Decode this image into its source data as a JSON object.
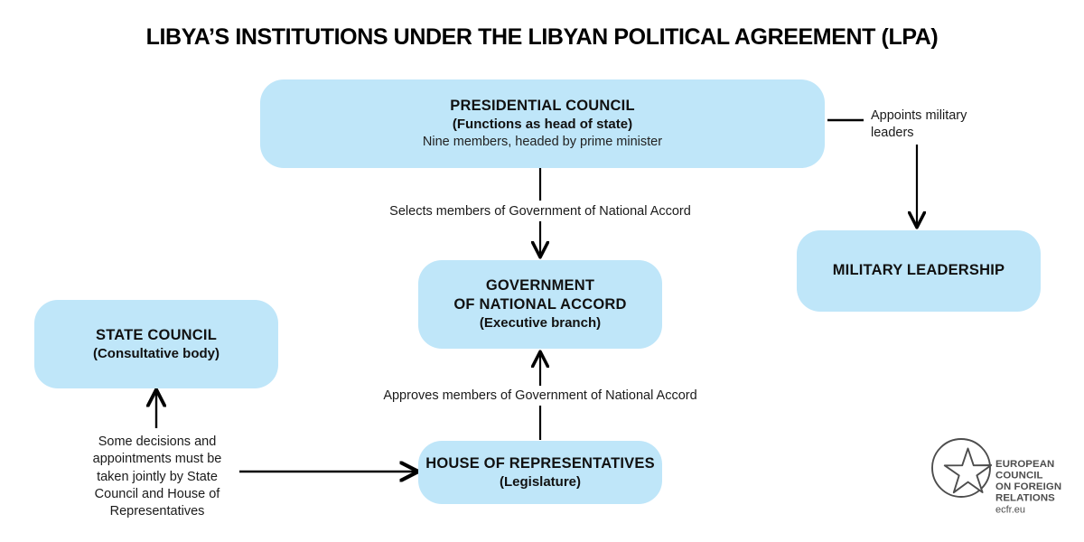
{
  "title": "LIBYA’S INSTITUTIONS UNDER THE LIBYAN POLITICAL AGREEMENT (LPA)",
  "theme": {
    "box_fill": "#bfe6f9",
    "text_color": "#111111",
    "line_color": "#000000",
    "background": "#ffffff"
  },
  "nodes": [
    {
      "id": "presidential-council",
      "title": "PRESIDENTIAL COUNCIL",
      "subtitle": "(Functions as head of state)",
      "detail": "Nine members, headed by prime minister"
    },
    {
      "id": "government-of-national-accord",
      "title_line1": "GOVERNMENT",
      "title_line2": "OF NATIONAL ACCORD",
      "subtitle": "(Executive branch)"
    },
    {
      "id": "military-leadership",
      "title": "MILITARY LEADERSHIP"
    },
    {
      "id": "state-council",
      "title": "STATE COUNCIL",
      "subtitle": "(Consultative body)"
    },
    {
      "id": "house-of-representatives",
      "title": "HOUSE OF REPRESENTATIVES",
      "subtitle": "(Legislature)"
    }
  ],
  "edges": [
    {
      "id": "appoints-military-leaders",
      "label_line1": "Appoints military",
      "label_line2": "leaders",
      "from": "presidential-council",
      "to": "military-leadership"
    },
    {
      "id": "selects-gna-members",
      "label": "Selects members of Government of National Accord",
      "from": "presidential-council",
      "to": "government-of-national-accord"
    },
    {
      "id": "approves-gna-members",
      "label": "Approves members of Government of National Accord",
      "from": "house-of-representatives",
      "to": "government-of-national-accord"
    },
    {
      "id": "joint-decisions",
      "label_line1": "Some decisions and",
      "label_line2": "appointments must be",
      "label_line3": "taken jointly by State",
      "label_line4": "Council and House of",
      "label_line5": "Representatives",
      "from": "state-council",
      "to": "house-of-representatives"
    }
  ],
  "logo": {
    "line1": "EUROPEAN",
    "line2": "COUNCIL",
    "line3": "ON FOREIGN",
    "line4": "RELATIONS",
    "url": "ecfr.eu"
  }
}
